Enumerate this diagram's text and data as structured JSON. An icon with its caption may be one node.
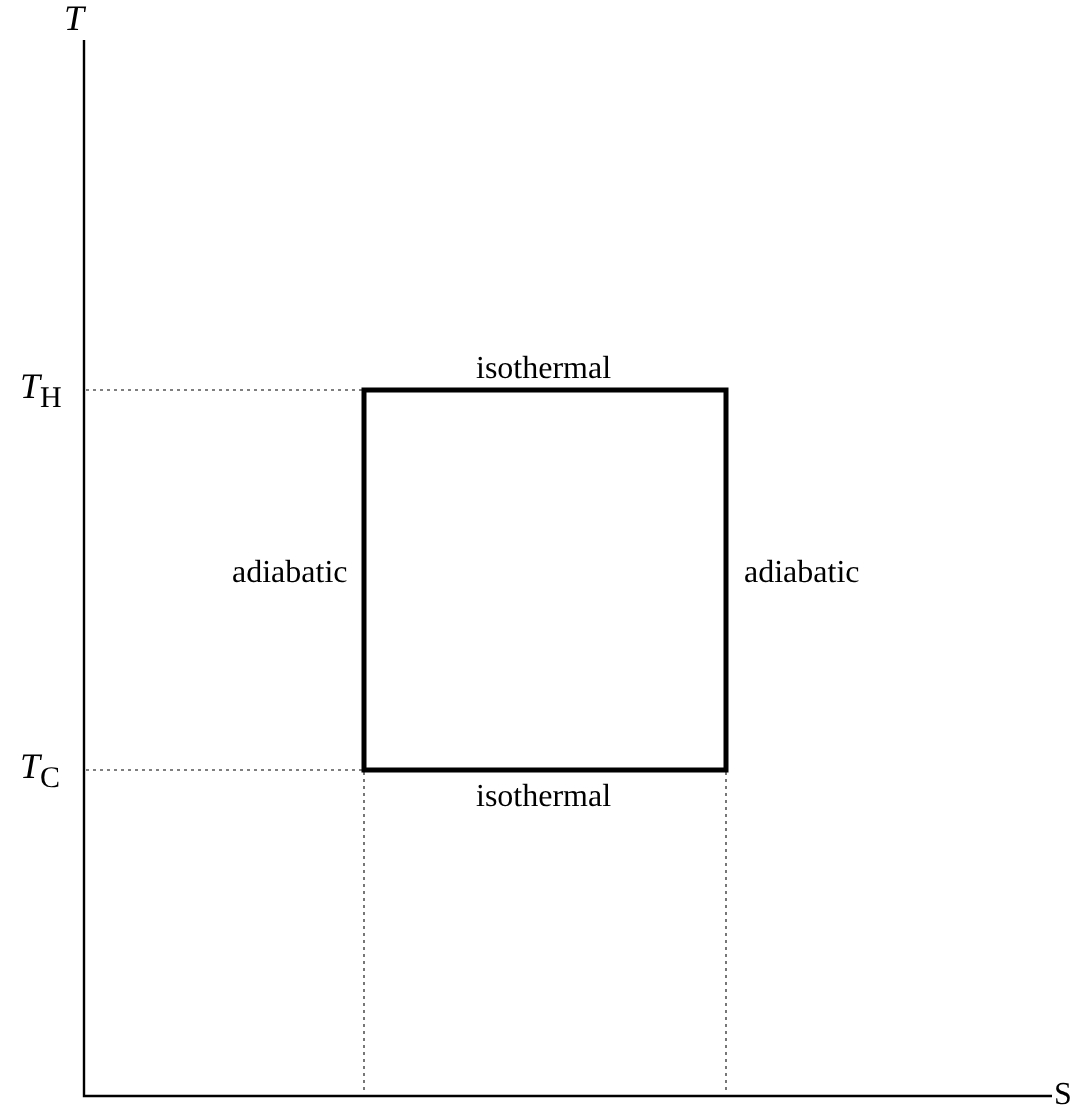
{
  "diagram": {
    "labels": [
      "*T*",
      "*T*$_{H}$",
      "isothermal",
      "adiabatic",
      "adiabatic",
      "*T*$_{C}$",
      "isothermal",
      "S"
    ]
  }
}
